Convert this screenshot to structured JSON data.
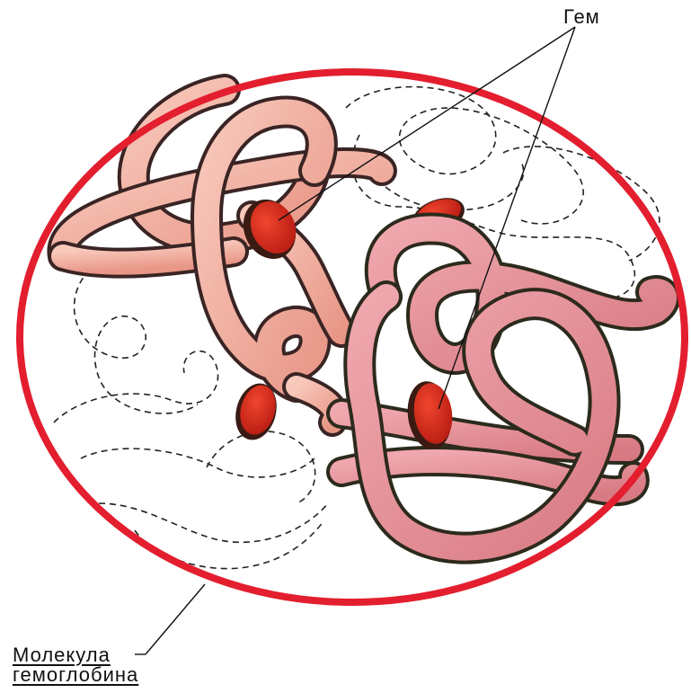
{
  "labels": {
    "heme": "Гем",
    "molecule_line1": "Молекула",
    "molecule_line2": "гемоглобина"
  },
  "colors": {
    "outline": "#e31e2e",
    "chain_light": "#f2b0a2",
    "chain_dark": "#e58c94",
    "heme": "#d8261b",
    "dashed": "#222222"
  },
  "icons": [
    "hemoglobin-molecule",
    "heme-disc",
    "polypeptide-chain"
  ]
}
